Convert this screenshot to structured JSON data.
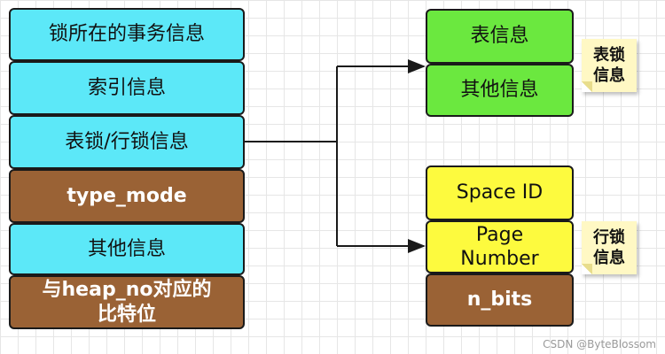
{
  "lock_struct_fields": [
    {
      "label": "锁所在的事务信息",
      "style": "cyan"
    },
    {
      "label": "索引信息",
      "style": "cyan"
    },
    {
      "label": "表锁/行锁信息",
      "style": "cyan"
    },
    {
      "label": "type_mode",
      "style": "brown"
    },
    {
      "label": "其他信息",
      "style": "cyan"
    },
    {
      "label": "与heap_no对应的比特位",
      "style": "brown"
    }
  ],
  "table_lock": {
    "fields": [
      "表信息",
      "其他信息"
    ],
    "note": "表锁信息"
  },
  "row_lock": {
    "fields": [
      "Space ID",
      "Page Number",
      "n_bits"
    ],
    "note": "行锁信息"
  },
  "watermark": "CSDN @ByteBlossom",
  "colors": {
    "cyan": "#5ce8f8",
    "brown": "#9a6235",
    "green": "#6be83f",
    "yellow": "#fdfa3e",
    "note": "#fff8c4"
  }
}
